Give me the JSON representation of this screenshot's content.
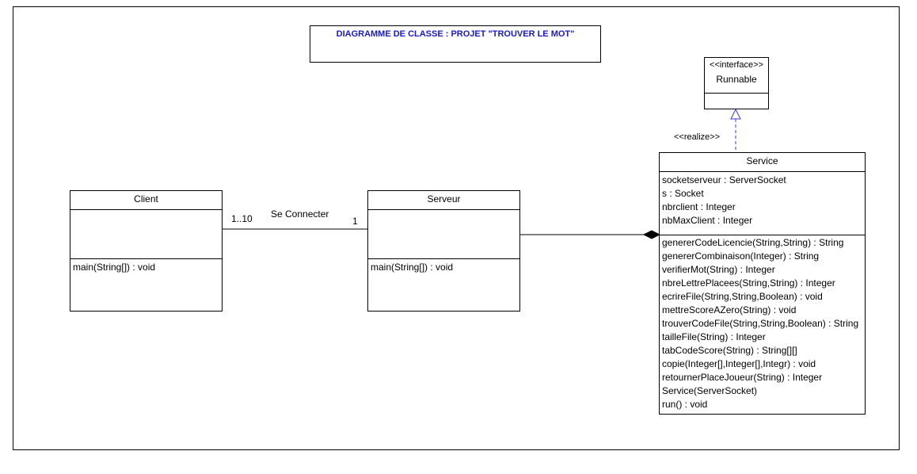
{
  "title": "DIAGRAMME DE CLASSE : PROJET \"TROUVER LE MOT\"",
  "interface": {
    "stereotype": "<<interface>>",
    "name": "Runnable"
  },
  "realize_label": "<<realize>>",
  "client": {
    "name": "Client",
    "operations": [
      "main(String[]) : void"
    ]
  },
  "serveur": {
    "name": "Serveur",
    "operations": [
      "main(String[]) : void"
    ]
  },
  "association": {
    "label": "Se Connecter",
    "client_multiplicity": "1..10",
    "serveur_multiplicity": "1"
  },
  "service": {
    "name": "Service",
    "attributes": [
      "socketserveur : ServerSocket",
      "s : Socket",
      "nbrclient : Integer",
      "nbMaxClient : Integer"
    ],
    "operations": [
      "genererCodeLicencie(String,String) : String",
      "genererCombinaison(Integer) : String",
      "verifierMot(String) : Integer",
      "nbreLettrePlacees(String,String) : Integer",
      "ecrireFile(String,String,Boolean) : void",
      "mettreScoreAZero(String) : void",
      "trouverCodeFile(String,String,Boolean) : String",
      "tailleFile(String) : Integer",
      "tabCodeScore(String) : String[][]",
      "copie(Integer[],Integer[],Integr) : void",
      "retournerPlaceJoueur(String) : Integer",
      "Service(ServerSocket)",
      "run() : void"
    ]
  }
}
